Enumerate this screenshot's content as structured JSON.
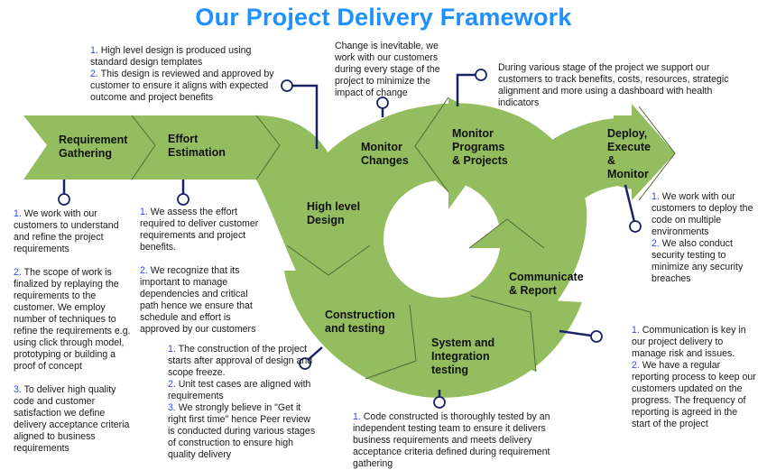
{
  "title": "Our Project Delivery Framework",
  "colors": {
    "title": "#1E90FF",
    "arrow_fill": "#93BD5E",
    "arrow_edge": "#4F6B35",
    "connector": "#1A2366",
    "number": "#2B4BFF"
  },
  "stages": [
    {
      "id": "requirement-gathering",
      "label": "Requirement\nGathering"
    },
    {
      "id": "effort-estimation",
      "label": "Effort\nEstimation"
    },
    {
      "id": "high-level-design",
      "label": "High level\nDesign"
    },
    {
      "id": "monitor-changes",
      "label": "Monitor\nChanges"
    },
    {
      "id": "monitor-programs",
      "label": "Monitor\nPrograms\n& Projects"
    },
    {
      "id": "deploy-execute-monitor",
      "label": "Deploy,\nExecute\n&\nMonitor"
    },
    {
      "id": "construction-testing",
      "label": "Construction\nand testing"
    },
    {
      "id": "system-integration-testing",
      "label": "System and\nIntegration\ntesting"
    },
    {
      "id": "communicate-report",
      "label": "Communicate\n& Report"
    }
  ],
  "notes": {
    "high_level_design": [
      {
        "num": "1.",
        "text": "High level design is produced using standard design templates"
      },
      {
        "num": "2.",
        "text": "This design is reviewed and approved by customer to ensure it aligns with expected outcome and project benefits"
      }
    ],
    "monitor_changes": [
      {
        "num": "",
        "text": "Change is inevitable, we work with our customers during  every stage of the project to minimize the impact of change"
      }
    ],
    "monitor_programs": [
      {
        "num": "",
        "text": "During various stage of the project we support our customers to track benefits, costs, resources, strategic alignment and more using a dashboard with health indicators"
      }
    ],
    "requirement_gathering": [
      {
        "num": "1.",
        "text": "We work with our customers to understand and refine the project requirements"
      },
      {
        "num": "2.",
        "text": "The scope of work is finalized by replaying the requirements to the customer. We employ number of techniques to refine the requirements e.g. using  click through model, prototyping or building a proof of concept"
      },
      {
        "num": "3.",
        "text": "To deliver high quality code and customer satisfaction we define delivery acceptance criteria aligned to business requirements"
      }
    ],
    "effort_estimation": [
      {
        "num": "1.",
        "text": "We assess the effort required to deliver customer requirements and project benefits."
      },
      {
        "num": "2.",
        "text": "We recognize that its important to manage dependencies and critical path hence we ensure that schedule and effort is approved by our customers"
      }
    ],
    "construction": [
      {
        "num": "1.",
        "text": "The construction of the project starts after approval of design and scope freeze."
      },
      {
        "num": "2.",
        "text": "Unit test cases are aligned with requirements"
      },
      {
        "num": "3.",
        "text": "We strongly believe in \"Get it right first time\" hence Peer review is conducted during various stages of construction to ensure high quality delivery"
      }
    ],
    "system_testing": [
      {
        "num": "1.",
        "text": "Code constructed is thoroughly tested by an independent testing team to ensure it delivers business requirements and meets delivery acceptance criteria defined during requirement gathering"
      }
    ],
    "deploy": [
      {
        "num": "1.",
        "text": "We work with our customers to deploy the code on multiple environments"
      },
      {
        "num": "2.",
        "text": "We also conduct security testing to minimize any security breaches"
      }
    ],
    "communicate": [
      {
        "num": "1.",
        "text": "Communication is  key in our project delivery to manage risk and issues."
      },
      {
        "num": "2.",
        "text": "We have a regular reporting process to keep our customers updated on the progress. The frequency of reporting is agreed in the start of the project"
      }
    ]
  }
}
